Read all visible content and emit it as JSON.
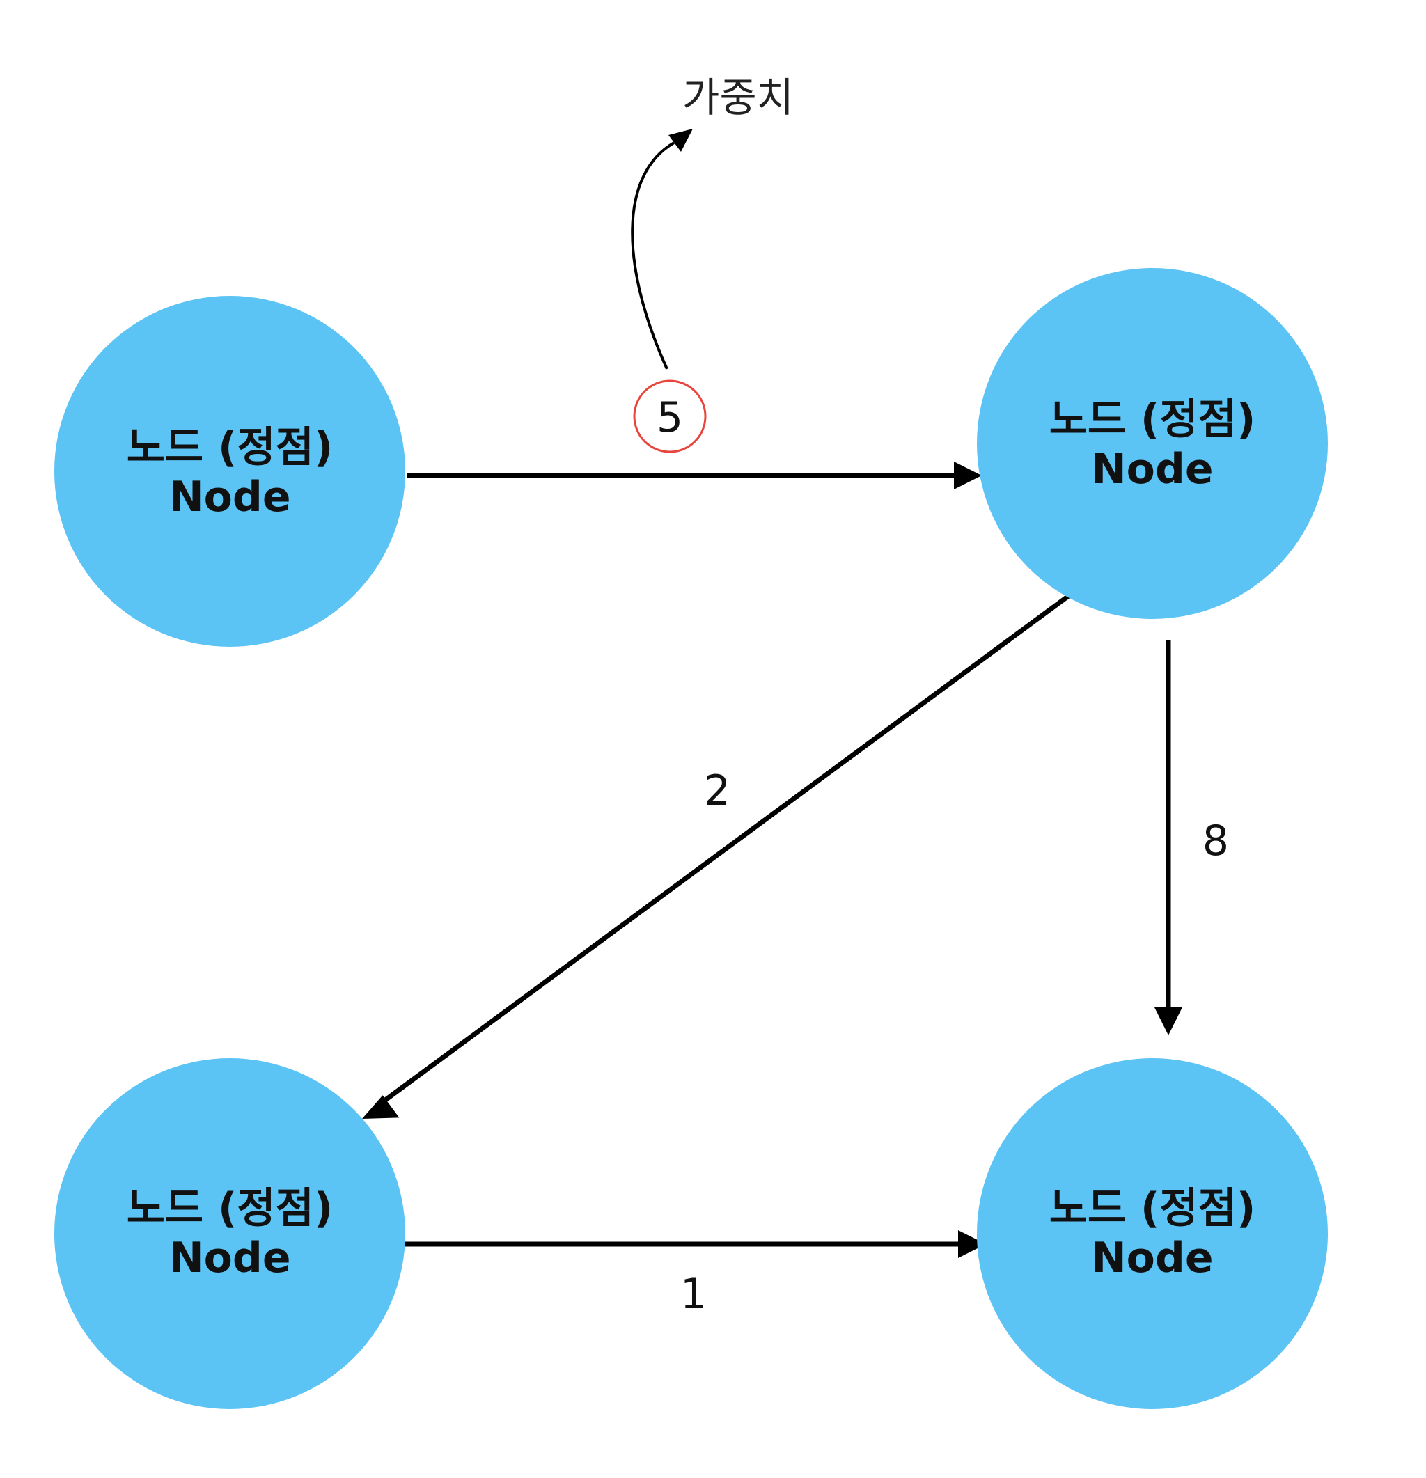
{
  "nodes": [
    {
      "label_ko": "노드 (정점)",
      "label_en": "Node"
    },
    {
      "label_ko": "노드 (정점)",
      "label_en": "Node"
    },
    {
      "label_ko": "노드 (정점)",
      "label_en": "Node"
    },
    {
      "label_ko": "노드 (정점)",
      "label_en": "Node"
    }
  ],
  "edges": [
    {
      "from": 0,
      "to": 1,
      "weight": "5",
      "highlighted": true
    },
    {
      "from": 1,
      "to": 2,
      "weight": "2",
      "highlighted": false
    },
    {
      "from": 1,
      "to": 3,
      "weight": "8",
      "highlighted": false
    },
    {
      "from": 2,
      "to": 3,
      "weight": "1",
      "highlighted": false
    }
  ],
  "annotation": {
    "text": "가중치"
  },
  "colors": {
    "node_fill": "#5cc3f5",
    "edge": "#000000",
    "highlight_ring": "#e8453c",
    "text": "#111111"
  }
}
